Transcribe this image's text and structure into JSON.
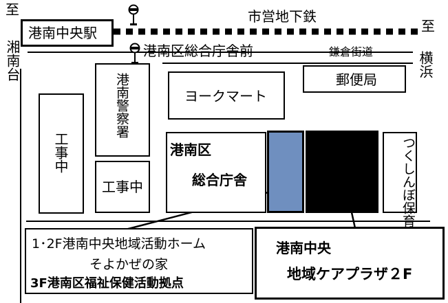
{
  "compass": {
    "left_to": "至",
    "left_dest": "湘南台",
    "right_to": "至",
    "right_dest": "横浜"
  },
  "lines": {
    "subway": "市営地下鉄",
    "kamakura_road": "鎌倉街道"
  },
  "stations": {
    "konan_chuo": "港南中央駅",
    "ward_office_stop": "港南区総合庁舎前"
  },
  "buildings": {
    "police": "港南警察署",
    "construction_1": "工事中",
    "construction_2": "工事中",
    "yorkmart": "ヨークマート",
    "post_office": "郵便局",
    "ward_office_line1": "港南区",
    "ward_office_line2": "総合庁舎",
    "nursery": "つくしんぼ保育園"
  },
  "callouts": {
    "left_line1": "1･2F港南中央地域活動ホーム",
    "left_line2": "そよかぜの家",
    "left_line3": "3F港南区福祉保健活動拠点",
    "right_line1": "港南中央",
    "right_line2": "地域ケアプラザ２F"
  },
  "colors": {
    "target_building": "#6f8fbf",
    "care_plaza": "#000000"
  }
}
